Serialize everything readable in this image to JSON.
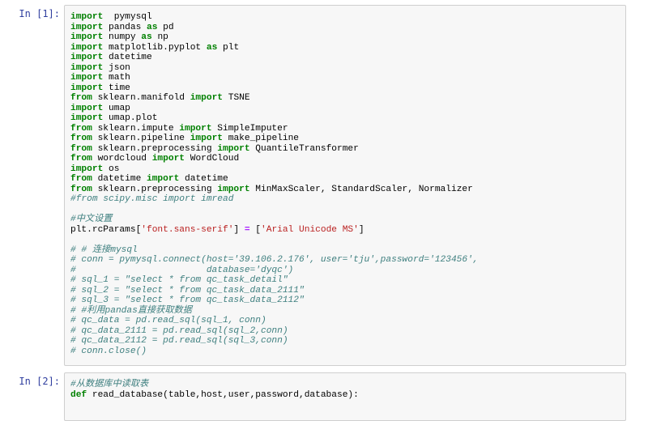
{
  "cells": [
    {
      "prompt": "In [1]:",
      "lines": [
        [
          [
            "kw",
            "import"
          ],
          [
            "",
            "  pymysql"
          ]
        ],
        [
          [
            "kw",
            "import"
          ],
          [
            "",
            " pandas "
          ],
          [
            "kw",
            "as"
          ],
          [
            "",
            " pd"
          ]
        ],
        [
          [
            "kw",
            "import"
          ],
          [
            "",
            " numpy "
          ],
          [
            "kw",
            "as"
          ],
          [
            "",
            " np"
          ]
        ],
        [
          [
            "kw",
            "import"
          ],
          [
            "",
            " matplotlib.pyplot "
          ],
          [
            "kw",
            "as"
          ],
          [
            "",
            " plt"
          ]
        ],
        [
          [
            "kw",
            "import"
          ],
          [
            "",
            " datetime"
          ]
        ],
        [
          [
            "kw",
            "import"
          ],
          [
            "",
            " json"
          ]
        ],
        [
          [
            "kw",
            "import"
          ],
          [
            "",
            " math"
          ]
        ],
        [
          [
            "kw",
            "import"
          ],
          [
            "",
            " time"
          ]
        ],
        [
          [
            "kw",
            "from"
          ],
          [
            "",
            " sklearn.manifold "
          ],
          [
            "kw",
            "import"
          ],
          [
            "",
            " TSNE"
          ]
        ],
        [
          [
            "kw",
            "import"
          ],
          [
            "",
            " umap"
          ]
        ],
        [
          [
            "kw",
            "import"
          ],
          [
            "",
            " umap.plot"
          ]
        ],
        [
          [
            "kw",
            "from"
          ],
          [
            "",
            " sklearn.impute "
          ],
          [
            "kw",
            "import"
          ],
          [
            "",
            " SimpleImputer"
          ]
        ],
        [
          [
            "kw",
            "from"
          ],
          [
            "",
            " sklearn.pipeline "
          ],
          [
            "kw",
            "import"
          ],
          [
            "",
            " make_pipeline"
          ]
        ],
        [
          [
            "kw",
            "from"
          ],
          [
            "",
            " sklearn.preprocessing "
          ],
          [
            "kw",
            "import"
          ],
          [
            "",
            " QuantileTransformer"
          ]
        ],
        [
          [
            "kw",
            "from"
          ],
          [
            "",
            " wordcloud "
          ],
          [
            "kw",
            "import"
          ],
          [
            "",
            " WordCloud"
          ]
        ],
        [
          [
            "kw",
            "import"
          ],
          [
            "",
            " os"
          ]
        ],
        [
          [
            "kw",
            "from"
          ],
          [
            "",
            " datetime "
          ],
          [
            "kw",
            "import"
          ],
          [
            "",
            " datetime"
          ]
        ],
        [
          [
            "kw",
            "from"
          ],
          [
            "",
            " sklearn.preprocessing "
          ],
          [
            "kw",
            "import"
          ],
          [
            "",
            " MinMaxScaler, StandardScaler, Normalizer"
          ]
        ],
        [
          [
            "cm",
            "#from scipy.misc import imread"
          ]
        ],
        [
          [
            "",
            ""
          ]
        ],
        [
          [
            "cm",
            "#中文设置"
          ]
        ],
        [
          [
            "",
            "plt.rcParams["
          ],
          [
            "st",
            "'font.sans-serif'"
          ],
          [
            "",
            "] "
          ],
          [
            "op",
            "="
          ],
          [
            "",
            " ["
          ],
          [
            "st",
            "'Arial Unicode MS'"
          ],
          [
            "",
            "]"
          ]
        ],
        [
          [
            "",
            ""
          ]
        ],
        [
          [
            "cm",
            "# # 连接mysql"
          ]
        ],
        [
          [
            "cm",
            "# conn = pymysql.connect(host='39.106.2.176', user='tju',password='123456',"
          ]
        ],
        [
          [
            "cm",
            "#                        database='dyqc')"
          ]
        ],
        [
          [
            "cm",
            "# sql_1 = \"select * from qc_task_detail\""
          ]
        ],
        [
          [
            "cm",
            "# sql_2 = \"select * from qc_task_data_2111\""
          ]
        ],
        [
          [
            "cm",
            "# sql_3 = \"select * from qc_task_data_2112\""
          ]
        ],
        [
          [
            "cm",
            "# #利用pandas直接获取数据"
          ]
        ],
        [
          [
            "cm",
            "# qc_data = pd.read_sql(sql_1, conn)"
          ]
        ],
        [
          [
            "cm",
            "# qc_data_2111 = pd.read_sql(sql_2,conn)"
          ]
        ],
        [
          [
            "cm",
            "# qc_data_2112 = pd.read_sql(sql_3,conn)"
          ]
        ],
        [
          [
            "cm",
            "# conn.close()"
          ]
        ]
      ]
    },
    {
      "prompt": "In [2]:",
      "lines": [
        [
          [
            "cm",
            "#从数据库中读取表"
          ]
        ],
        [
          [
            "kw",
            "def"
          ],
          [
            "",
            " read_database(table,host,user,password,database):"
          ]
        ]
      ]
    }
  ]
}
